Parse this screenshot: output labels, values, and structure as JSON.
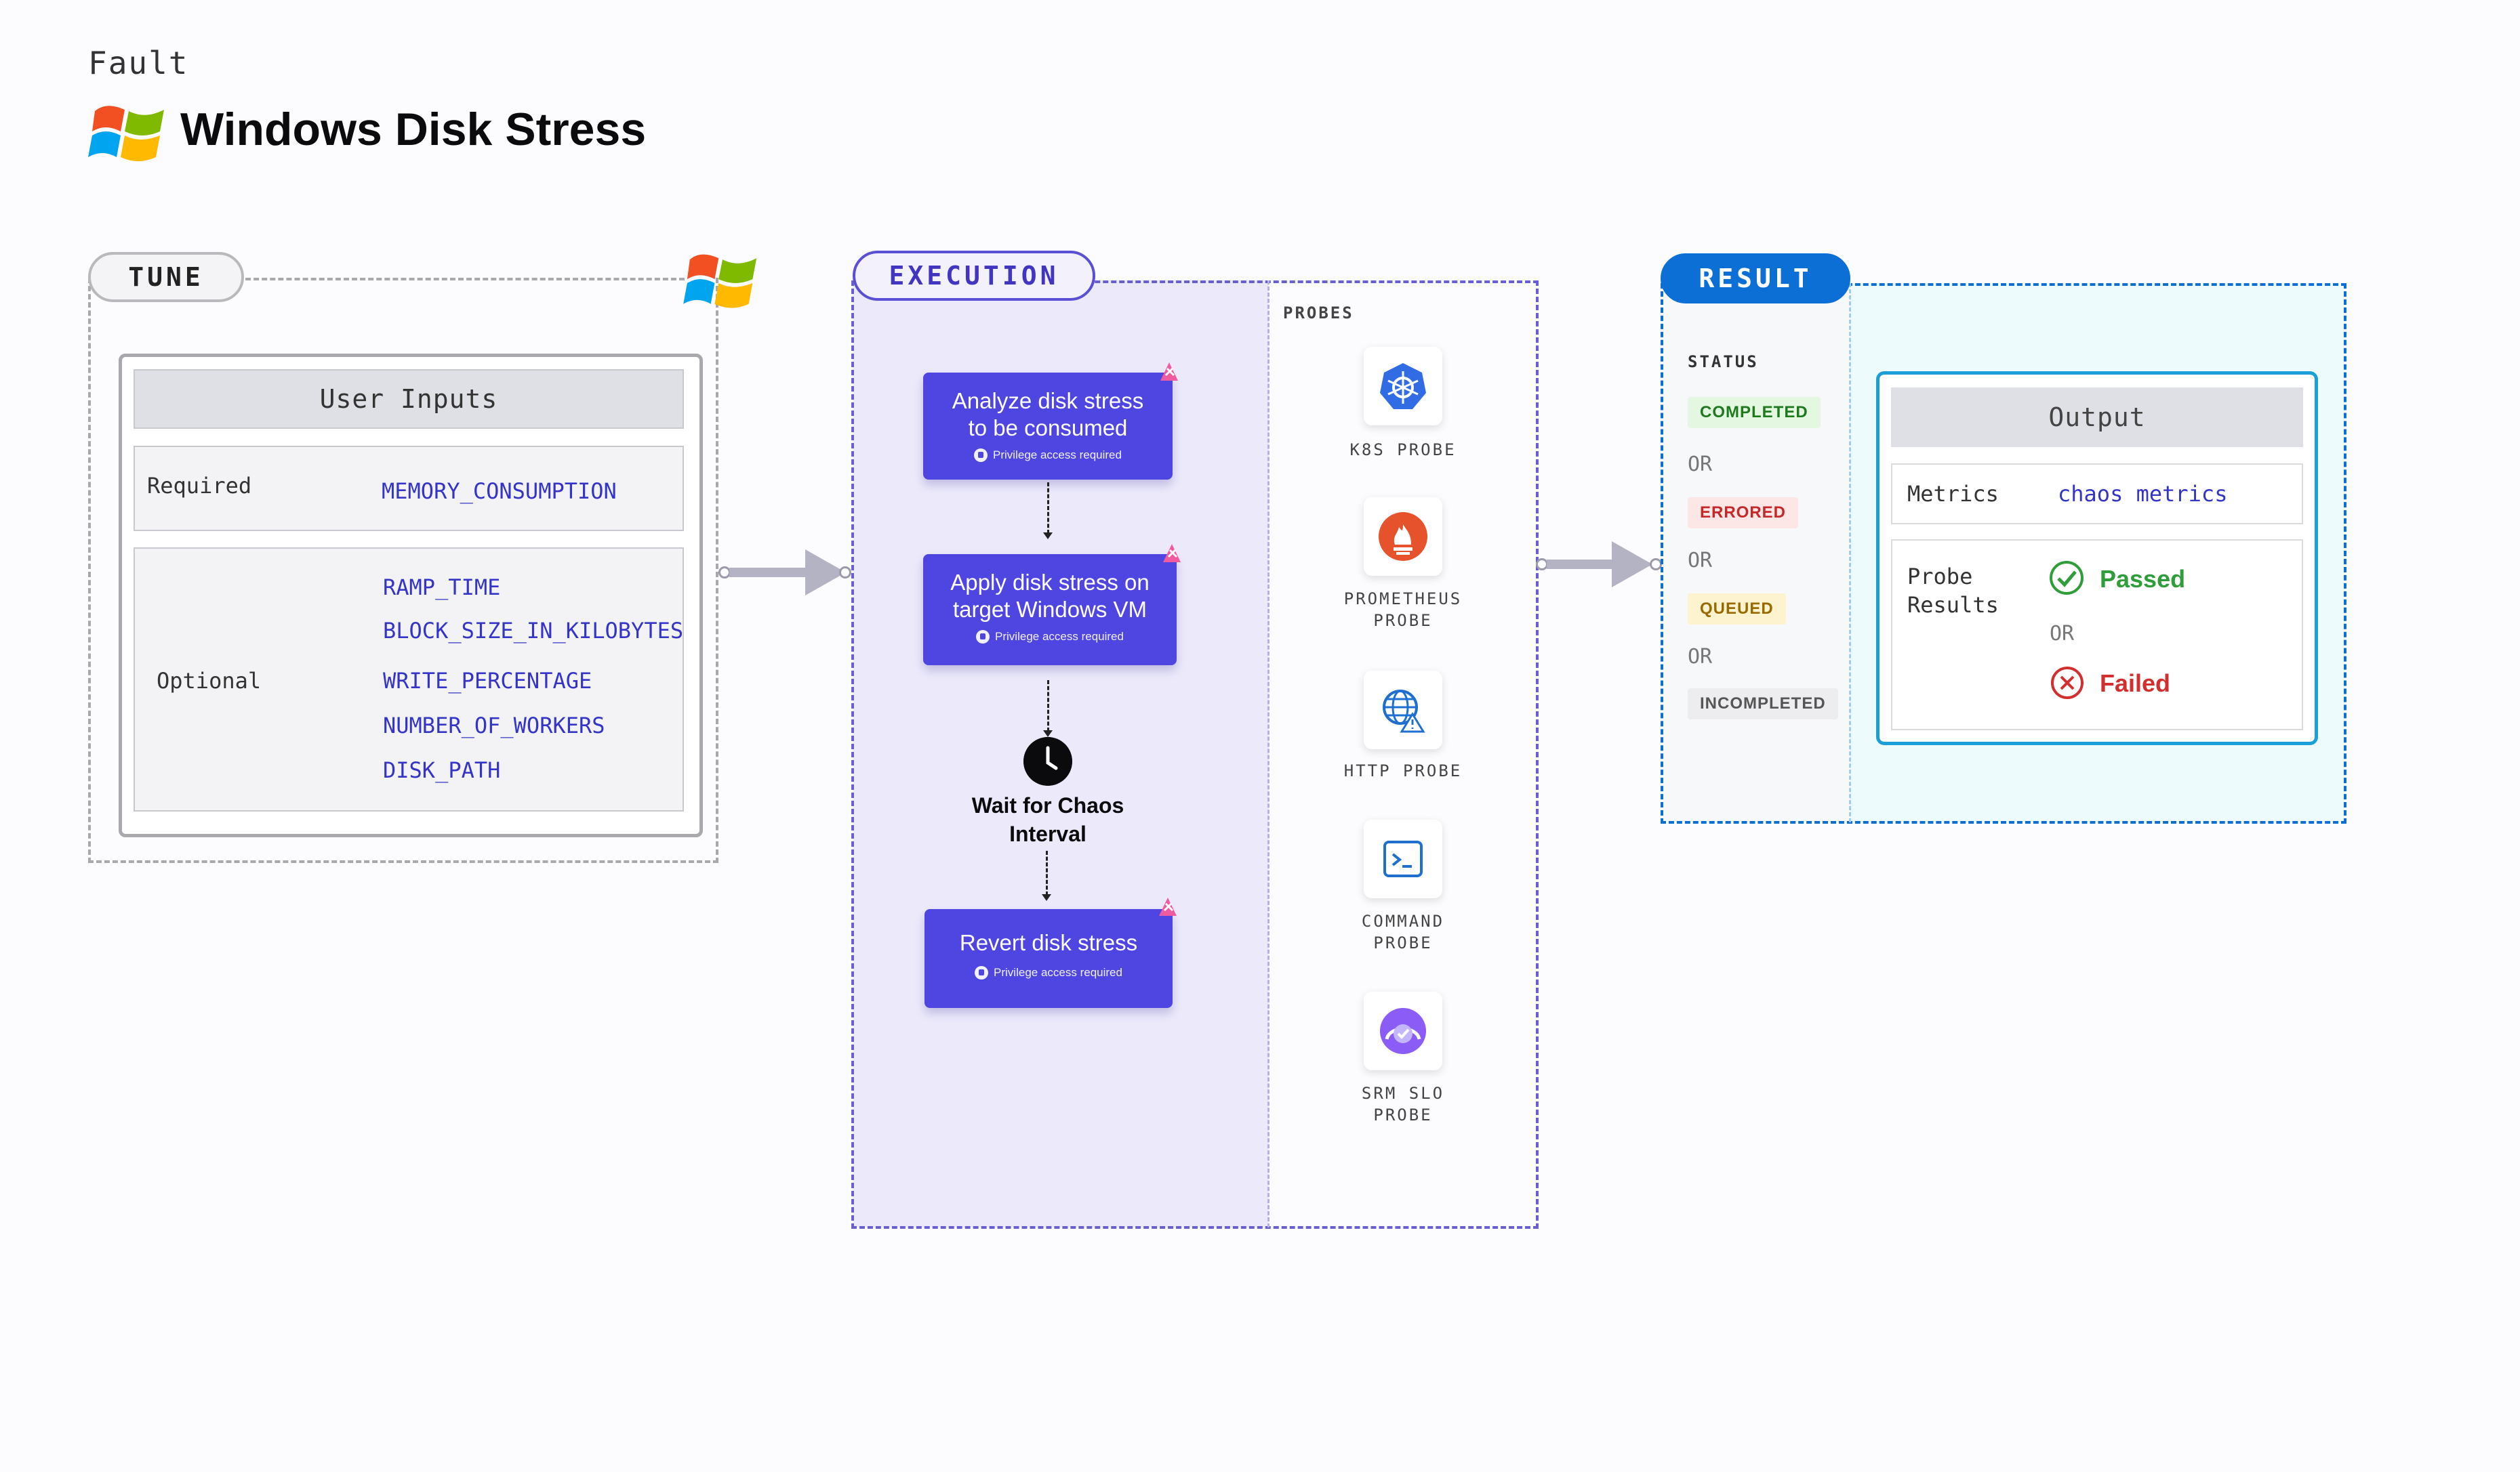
{
  "header": {
    "category": "Fault",
    "title": "Windows Disk Stress"
  },
  "tune": {
    "label": "TUNE",
    "user_inputs_title": "User Inputs",
    "required_label": "Required",
    "required_params": [
      "MEMORY_CONSUMPTION"
    ],
    "optional_label": "Optional",
    "optional_params": [
      "RAMP_TIME",
      "BLOCK_SIZE_IN_KILOBYTES",
      "WRITE_PERCENTAGE",
      "NUMBER_OF_WORKERS",
      "DISK_PATH"
    ]
  },
  "execution": {
    "label": "EXECUTION",
    "steps": [
      {
        "title_line1": "Analyze disk stress",
        "title_line2": "to be consumed",
        "note": "Privilege access required"
      },
      {
        "title_line1": "Apply disk stress on",
        "title_line2": "target Windows VM",
        "note": "Privilege access required"
      },
      {
        "title_line1": "Revert disk stress",
        "title_line2": "",
        "note": "Privilege access required"
      }
    ],
    "wait": {
      "line1": "Wait for Chaos",
      "line2": "Interval"
    },
    "probes_heading": "PROBES",
    "probes": [
      {
        "line1": "K8S PROBE",
        "line2": "",
        "icon": "kubernetes-icon"
      },
      {
        "line1": "PROMETHEUS",
        "line2": "PROBE",
        "icon": "prometheus-icon"
      },
      {
        "line1": "HTTP PROBE",
        "line2": "",
        "icon": "globe-icon"
      },
      {
        "line1": "COMMAND",
        "line2": "PROBE",
        "icon": "terminal-icon"
      },
      {
        "line1": "SRM SLO",
        "line2": "PROBE",
        "icon": "srm-icon"
      }
    ]
  },
  "result": {
    "label": "RESULT",
    "status_heading": "STATUS",
    "statuses": [
      {
        "text": "COMPLETED",
        "bg": "#e4f7e1",
        "fg": "#1f7a1f"
      },
      {
        "text": "ERRORED",
        "bg": "#fde6e6",
        "fg": "#c62828"
      },
      {
        "text": "QUEUED",
        "bg": "#fdf3cf",
        "fg": "#9a6a00"
      },
      {
        "text": "INCOMPLETED",
        "bg": "#ededf0",
        "fg": "#555555"
      }
    ],
    "or_text": "OR",
    "output_title": "Output",
    "metrics_label": "Metrics",
    "metrics_value": "chaos metrics",
    "probe_results_line1": "Probe",
    "probe_results_line2": "Results",
    "passed": "Passed",
    "failed": "Failed"
  },
  "colors": {
    "accent_purple": "#4f45e0",
    "accent_blue": "#0b6fd6",
    "param_blue": "#3434c8",
    "pass_green": "#2e9d3a",
    "fail_red": "#d32f2f"
  }
}
